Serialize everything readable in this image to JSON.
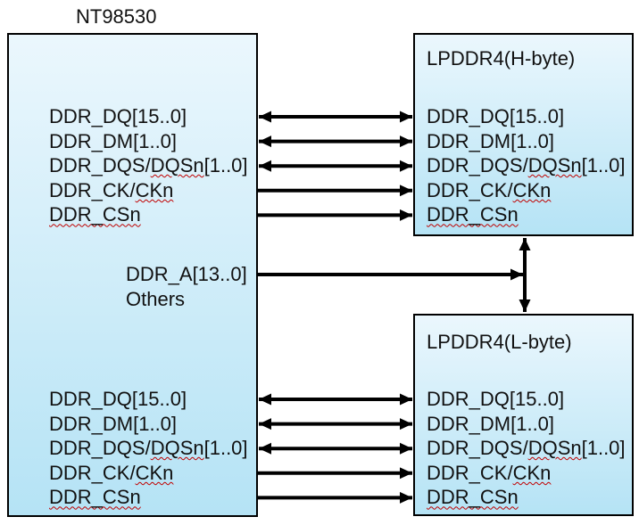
{
  "colors": {
    "box_fill_top": "#EBF7FD",
    "box_fill_bottom": "#B5E3F5",
    "box_border": "#000000",
    "arrow": "#000000",
    "text": "#111111",
    "squiggle_underline": "#C00000"
  },
  "soc": {
    "title": "NT98530"
  },
  "memories": {
    "h": {
      "title": "LPDDR4(H-byte)"
    },
    "l": {
      "title": "LPDDR4(L-byte)"
    }
  },
  "signals": {
    "bus": [
      {
        "label": "DDR_DQ[15..0]",
        "direction": "bidirectional",
        "parts": [
          {
            "text": "DDR_DQ[15..0]",
            "squiggle": false
          }
        ]
      },
      {
        "label": "DDR_DM[1..0]",
        "direction": "bidirectional",
        "parts": [
          {
            "text": "DDR_DM[1..0]",
            "squiggle": false
          }
        ]
      },
      {
        "label": "DDR_DQS/DQSn[1..0]",
        "direction": "bidirectional",
        "parts": [
          {
            "text": "DDR_DQS/",
            "squiggle": false
          },
          {
            "text": "DQSn",
            "squiggle": true
          },
          {
            "text": "[1..0]",
            "squiggle": false
          }
        ]
      },
      {
        "label": "DDR_CK/CKn",
        "direction": "output",
        "parts": [
          {
            "text": "DDR_CK/",
            "squiggle": false
          },
          {
            "text": "CKn",
            "squiggle": true
          }
        ]
      },
      {
        "label": "DDR_CSn",
        "direction": "output",
        "parts": [
          {
            "text": "DDR_CSn",
            "squiggle": true
          }
        ]
      }
    ],
    "address": [
      {
        "label": "DDR_A[13..0]",
        "direction": "output",
        "parts": [
          {
            "text": "DDR_A[13..0]",
            "squiggle": false
          }
        ]
      },
      {
        "label": "Others",
        "direction": "output",
        "parts": [
          {
            "text": "Others",
            "squiggle": false
          }
        ]
      }
    ]
  }
}
